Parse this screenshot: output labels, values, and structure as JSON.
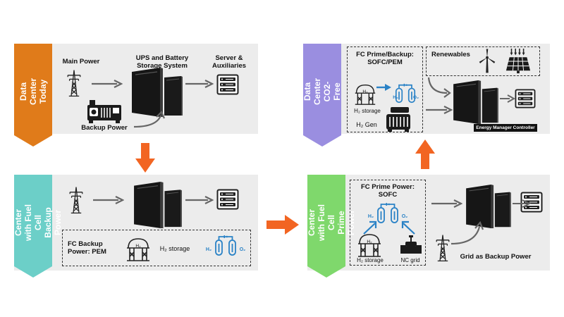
{
  "colors": {
    "today": "#e07b1a",
    "backup": "#6ccfc8",
    "prime": "#7fd86c",
    "co2free": "#9a8ee0",
    "flow_arrow": "#f26522",
    "panel_bg": "#ececec",
    "h2_blue": "#2a82c6"
  },
  "panels": {
    "today": {
      "tag": "Data Center\nToday",
      "main_power": "Main Power",
      "ups": "UPS and Battery\nStorage System",
      "server": "Server &\nAuxiliaries",
      "backup_power": "Backup Power"
    },
    "backup": {
      "tag": "Data Center\nwith Fuel Cell\nBackup Power",
      "fc_backup": "FC Backup\nPower: PEM",
      "h2_storage": "H₂ storage",
      "h2": "H₂",
      "o2": "O₂",
      "tank_h2": "H₂"
    },
    "prime": {
      "tag": "Data Center\nwith Fuel Cell\nPrime Power",
      "fc_prime": "FC Prime Power:\nSOFC",
      "h2_storage": "H₂ storage",
      "nc_grid": "NC grid",
      "grid_backup": "Grid as Backup Power",
      "h2": "H₂",
      "o2": "O₂",
      "tank_h2": "H₂"
    },
    "co2free": {
      "tag": "Data Center\nCO2-Free",
      "fc_prime_backup": "FC Prime/Backup:\nSOFC/PEM",
      "renewables": "Renewables",
      "h2_storage": "H₂ storage",
      "h2_gen": "H₂ Gen",
      "energy_manager": "Energy Manager Controller",
      "h2": "H₂",
      "o2": "O₂",
      "tank_h2": "H₂"
    }
  },
  "icons": {
    "tower": "transmission-tower-icon",
    "generator": "generator-icon",
    "ups": "ups-cabinet-icon",
    "server": "server-rack-icon",
    "storage": "h2-storage-tank-icon",
    "fuel_cell": "fuel-cell-icon",
    "wind": "wind-turbine-icon",
    "solar": "solar-panel-icon",
    "electrolyzer": "electrolyzer-icon",
    "valve": "valve-icon"
  }
}
